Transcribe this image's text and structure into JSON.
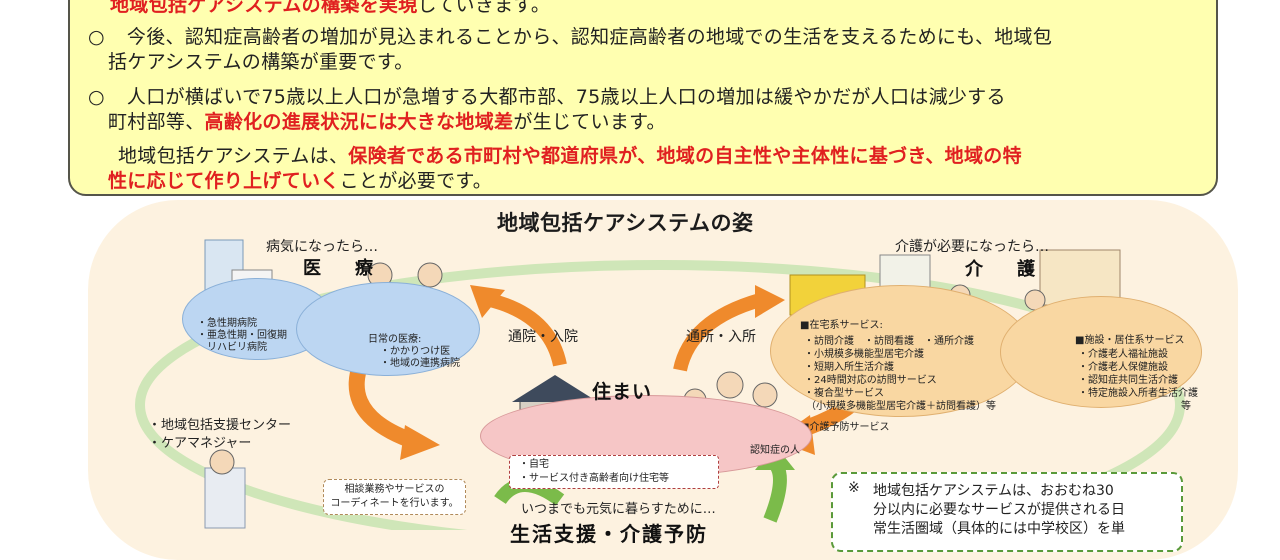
{
  "summary": {
    "line0_red": "地域包括ケアシステムの構築を実現",
    "line0_tail": "していきます。",
    "bullet": "○",
    "line1": "今後、認知症高齢者の増加が見込まれることから、認知症高齢者の地域での生活を支えるためにも、地域包",
    "line2": "括ケアシステムの構築が重要です。",
    "line3": "人口が横ばいで75歳以上人口が急増する大都市部、75歳以上人口の増加は緩やかだが人口は減少する",
    "line4_a": "町村部等、",
    "line4_red": "高齢化の進展状況には大きな地域差",
    "line4_b": "が生じています。",
    "line5_a": "地域包括ケアシステムは、",
    "line5_red": "保険者である市町村や都道府県が、地域の自主性や主体性に基づき、地域の特",
    "line6_red": "性に応じて作り上げていく",
    "line6_b": "ことが必要です。"
  },
  "diagram": {
    "title": "地域包括ケアシステムの姿",
    "medical": {
      "caption": "病気になったら…",
      "heading": "医　療",
      "hospital_list": [
        "・急性期病院",
        "・亜急性期・回復期",
        "　リハビリ病院"
      ],
      "daily_list": [
        "日常の医療:",
        "・かかりつけ医",
        "・地域の連携病院"
      ]
    },
    "care": {
      "caption": "介護が必要になったら…",
      "heading": "介　護",
      "home_services": [
        "■在宅系サービス:",
        "・訪問介護　・訪問看護　・通所介護",
        "・小規模多機能型居宅介護",
        "・短期入所生活介護",
        "・24時間対応の訪問サービス",
        "・複合型サービス",
        "（小規模多機能型居宅介護＋訪問看護）等",
        "",
        "■介護予防サービス"
      ],
      "facility_services": [
        "■施設・居住系サービス",
        "・介護老人福祉施設",
        "・介護老人保健施設",
        "・認知症共同生活介護",
        "・特定施設入所者生活介護",
        "等"
      ]
    },
    "arrows": {
      "hospital_visit": "通院・入院",
      "daycare": "通所・入所"
    },
    "home": {
      "heading": "住まい",
      "items": [
        "・自宅",
        "・サービス付き高齢者向け住宅等"
      ],
      "dementia_label": "認知症の人"
    },
    "support_center": {
      "items": [
        "・地域包括支援センター",
        "・ケアマネジャー"
      ],
      "callout": [
        "相談業務やサービスの",
        "コーディネートを行います。"
      ]
    },
    "living": {
      "caption": "いつまでも元気に暮らすために…",
      "heading": "生活支援・介護予防"
    },
    "note": {
      "mark": "※",
      "lines": [
        "地域包括ケアシステムは、おおむね30",
        "分以内に必要なサービスが提供される日",
        "常生活圏域（具体的には中学校区）を単"
      ]
    }
  },
  "colors": {
    "summary_bg": "#ffffb0",
    "red_text": "#e02020",
    "medical_ellipse": "#bcd6f2",
    "care_ellipse": "#f9d7a2",
    "home_ellipse": "#f6c6c6",
    "arrow_orange": "#ef8a2c",
    "arrow_green": "#7bbb4a"
  }
}
